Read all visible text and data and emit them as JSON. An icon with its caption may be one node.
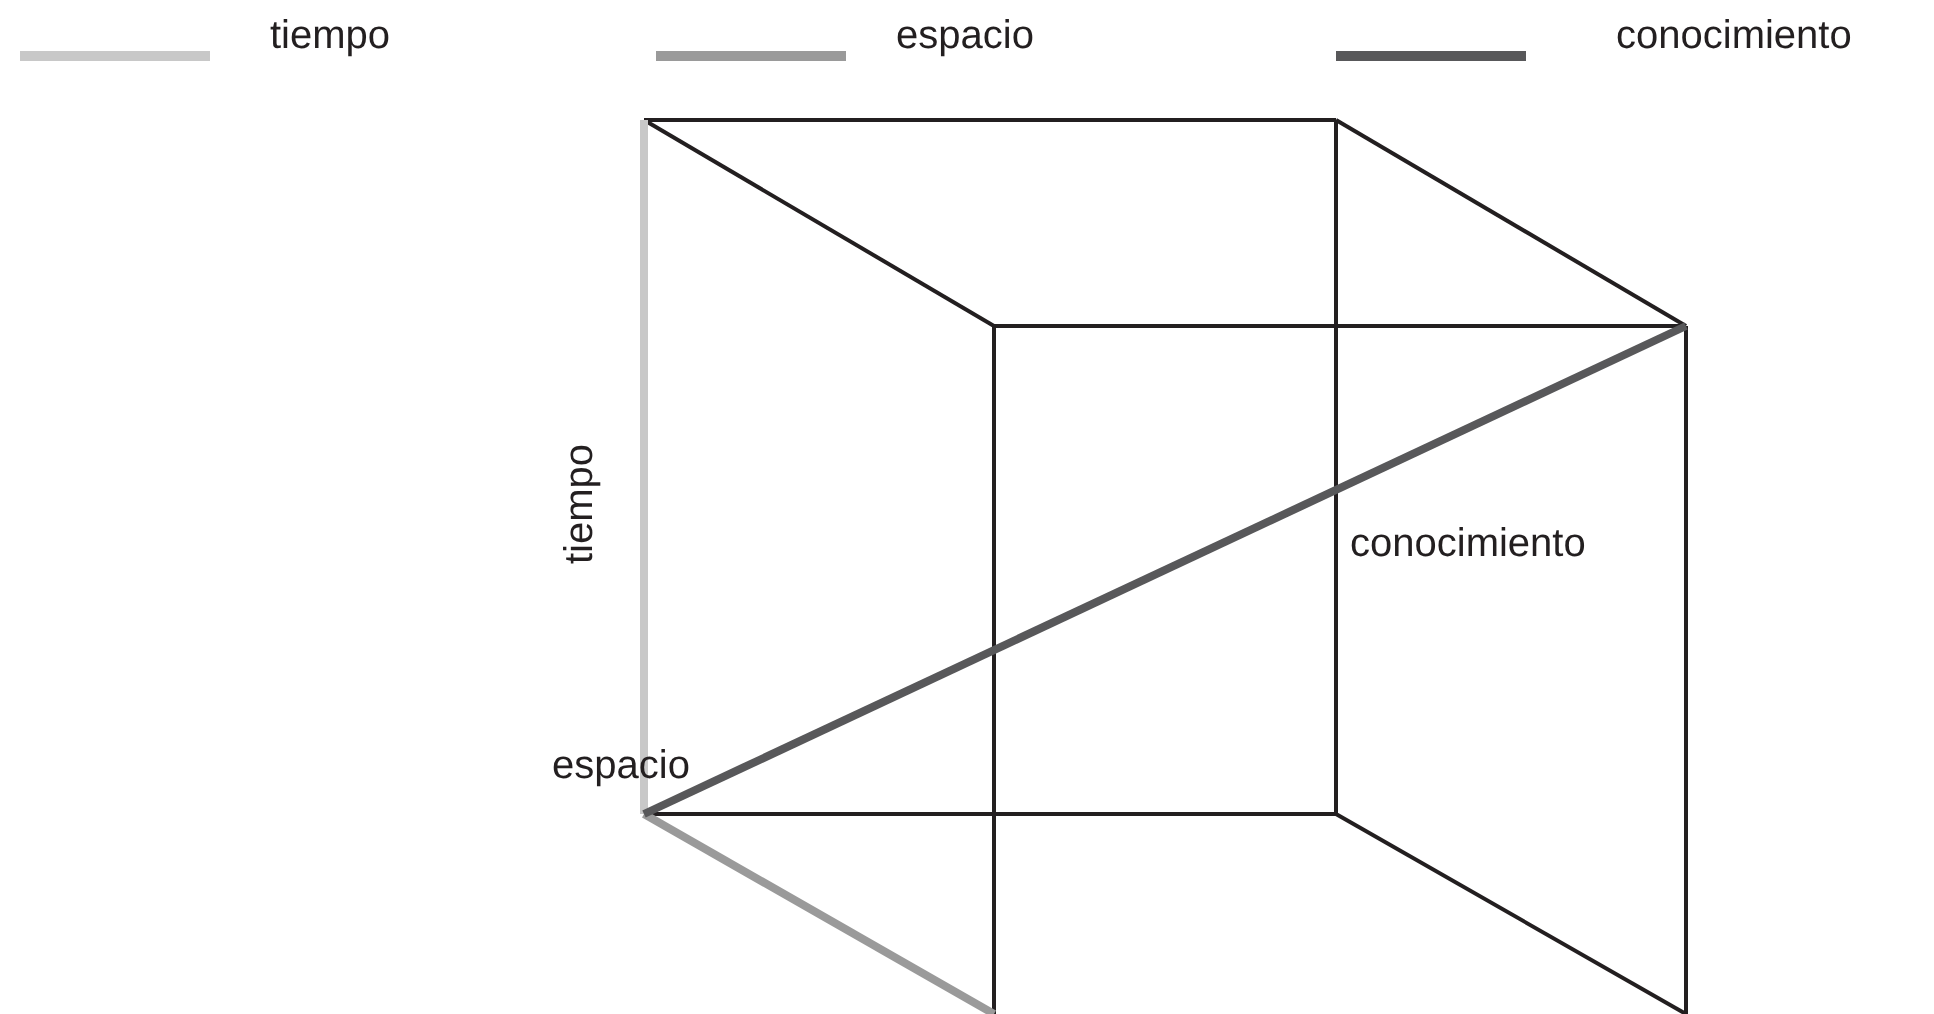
{
  "diagram": {
    "labels": [
      "tiempo",
      "conocimiento",
      "espacio"
    ],
    "legend": [
      {
        "text": "tiempo"
      },
      {
        "text": "espacio"
      },
      {
        "text": "conocimiento"
      }
    ]
  }
}
